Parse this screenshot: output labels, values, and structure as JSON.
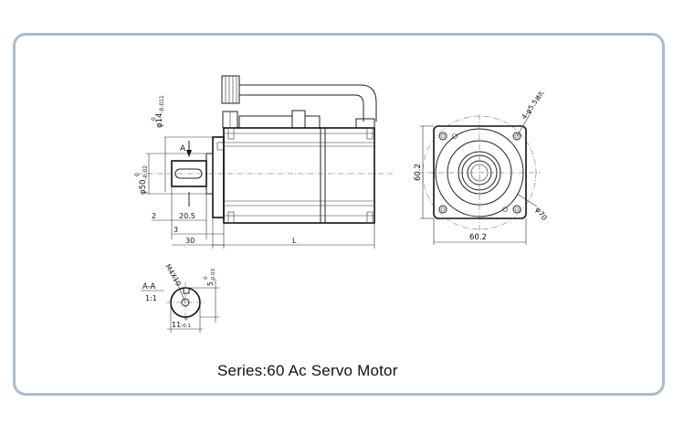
{
  "caption": "Series:60 Ac Servo Motor",
  "side_view": {
    "shaft_dia": "φ14",
    "shaft_tol": "-0.011",
    "shaft_tol_up": "0",
    "pilot_dia": "φ50",
    "pilot_tol": "-0.02",
    "pilot_tol_up": "0",
    "section_marker": "A",
    "dim_2": "2",
    "dim_20_5": "20.5",
    "dim_3": "3",
    "dim_30": "30",
    "dim_L": "L"
  },
  "front_view": {
    "holes": "4-φ5.5",
    "holes_suffix": "通孔",
    "height": "60.2",
    "width": "60.2",
    "bolt_circle": "φ70"
  },
  "section_view": {
    "title": "A-A",
    "scale": "1:1",
    "thread": "M4X10",
    "key_width": "5",
    "key_tol": "-0.03",
    "key_tol_up": "0",
    "shaft_depth": "11",
    "shaft_depth_tol": "-0.1",
    "shaft_depth_tol_up": "0"
  }
}
